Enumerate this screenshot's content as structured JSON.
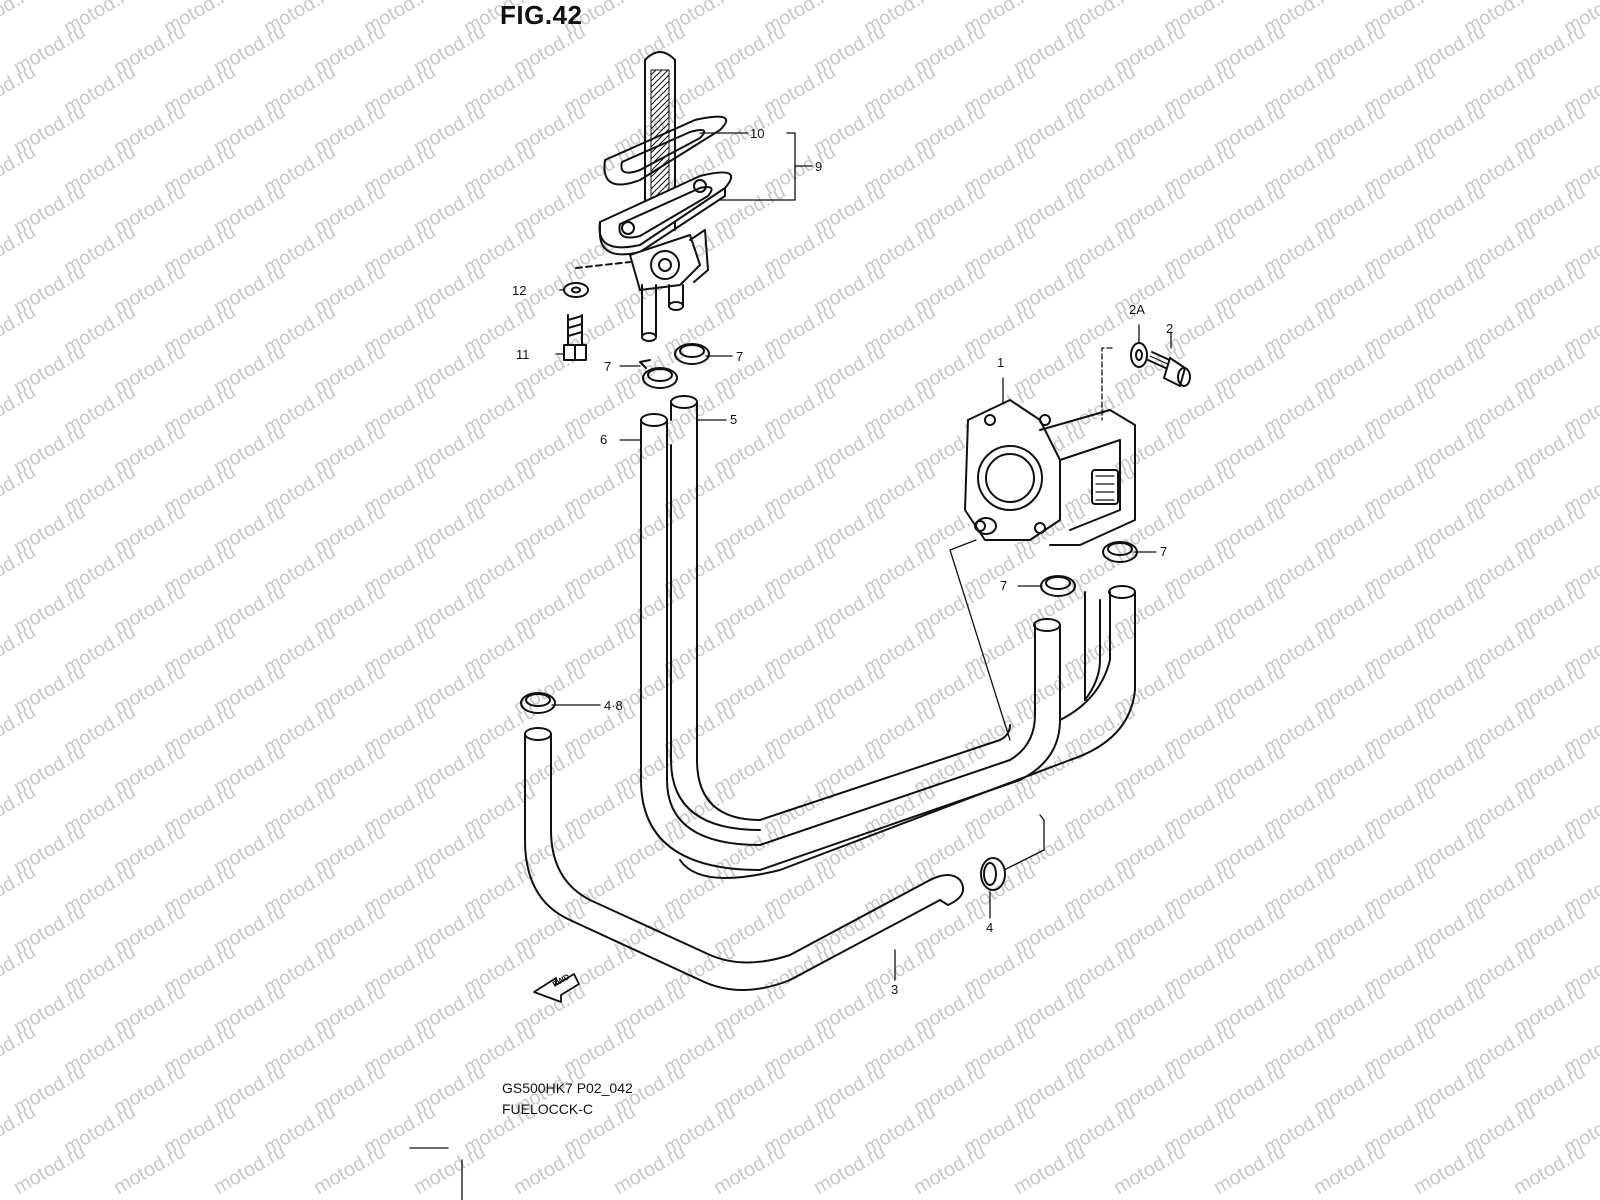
{
  "figure": {
    "title": "FIG.42",
    "model_code": "GS500HK7 P02_042",
    "section": "FUELOCCK-C"
  },
  "watermark": {
    "text": "motod.ru",
    "color": "#c8c8c8"
  },
  "callouts": {
    "c1": "1",
    "c2": "2",
    "c2a": "2A",
    "c3": "3",
    "c4": "4",
    "c48": "4·8",
    "c5": "5",
    "c6": "6",
    "c7a": "7",
    "c7b": "7",
    "c7c": "7",
    "c7d": "7",
    "c9": "9",
    "c10": "10",
    "c11": "11",
    "c12": "12"
  },
  "fwd_arrow": {
    "label": "FWD"
  }
}
